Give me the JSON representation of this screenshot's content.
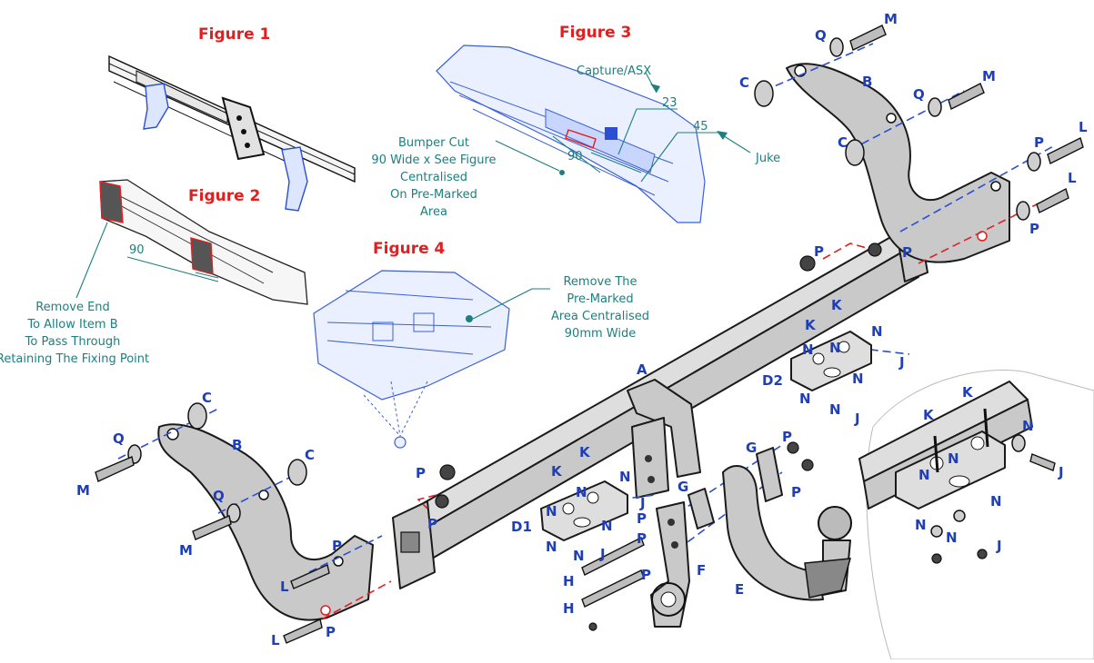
{
  "figures": {
    "fig1": "Figure 1",
    "fig2": "Figure 2",
    "fig3": "Figure 3",
    "fig4": "Figure 4"
  },
  "notes": {
    "remove_end": [
      "Remove End",
      "To Allow Item B",
      "To Pass Through",
      "Retaining The Fixing Point"
    ],
    "bumper_cut": [
      "Bumper Cut",
      "90 Wide x See Figure",
      "Centralised",
      "On Pre-Marked",
      "Area"
    ],
    "remove_marked": [
      "Remove The",
      "Pre-Marked",
      "Area Centralised",
      "90mm Wide"
    ],
    "capture_asx": "Capture/ASX",
    "juke": "Juke"
  },
  "dimensions": {
    "fig2_width": "90",
    "fig3_width": "90",
    "fig3_capture": "23",
    "fig3_juke": "45"
  },
  "parts": {
    "A": "A",
    "B": "B",
    "C": "C",
    "D1": "D1",
    "D2": "D2",
    "E": "E",
    "F": "F",
    "G": "G",
    "H": "H",
    "J": "J",
    "K": "K",
    "L": "L",
    "M": "M",
    "N": "N",
    "P": "P",
    "Q": "Q"
  },
  "colors": {
    "figure_title": "#e02020",
    "part_label": "#1f3fb8",
    "annotation": "#1d7f7f"
  }
}
